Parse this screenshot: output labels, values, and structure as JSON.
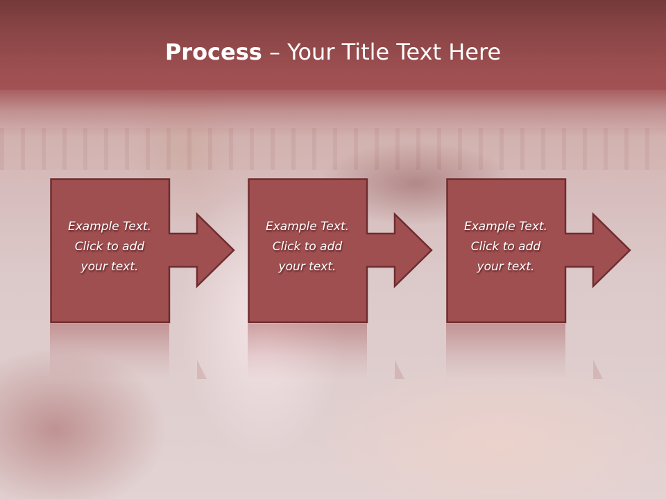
{
  "slide": {
    "title_bold": "Process",
    "title_rest": " – Your Title Text Here",
    "colors": {
      "header_top": "#75393a",
      "header_bottom": "#a35254",
      "shape_fill": "#a04f51",
      "shape_border": "#6e2d2f",
      "text": "#ffffff"
    }
  },
  "steps": [
    {
      "line1": "Example Text.",
      "line2": "Click  to add",
      "line3": "your text."
    },
    {
      "line1": "Example Text.",
      "line2": "Click  to add",
      "line3": "your text."
    },
    {
      "line1": "Example Text.",
      "line2": "Click  to add",
      "line3": "your text."
    }
  ],
  "icons": {
    "arrow": "arrow-right-icon"
  }
}
